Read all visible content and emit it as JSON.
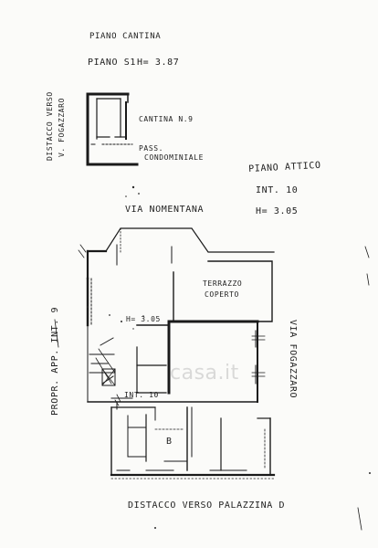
{
  "title": "PIANO CANTINA",
  "basement": {
    "floor_label": "PIANO S1",
    "height_label": "H= 3.87",
    "side_label_left": "DISTACCO VERSO",
    "side_label_left2": "V. FOGAZZARO",
    "cellar_label": "CANTINA N.9",
    "pass_label": "PASS.",
    "pass_label2": "CONDOMINIALE"
  },
  "upper": {
    "floor_label": "PIANO ATTICO",
    "unit_label": "INT. 10",
    "height_label": "H= 3.05"
  },
  "street_top": "VIA NOMENTANA",
  "street_right": "VIA FOGAZZARO",
  "terrace_label": "TERRAZZO",
  "terrace_label2": "COPERTO",
  "room_height": "H= 3.05",
  "left_neighbour": "PROPR. APP. INT. 9",
  "unit_mark": "INT. 10",
  "room_letter": "B",
  "bottom_label": "DISTACCO VERSO PALAZZINA D",
  "watermark": "casa.it"
}
